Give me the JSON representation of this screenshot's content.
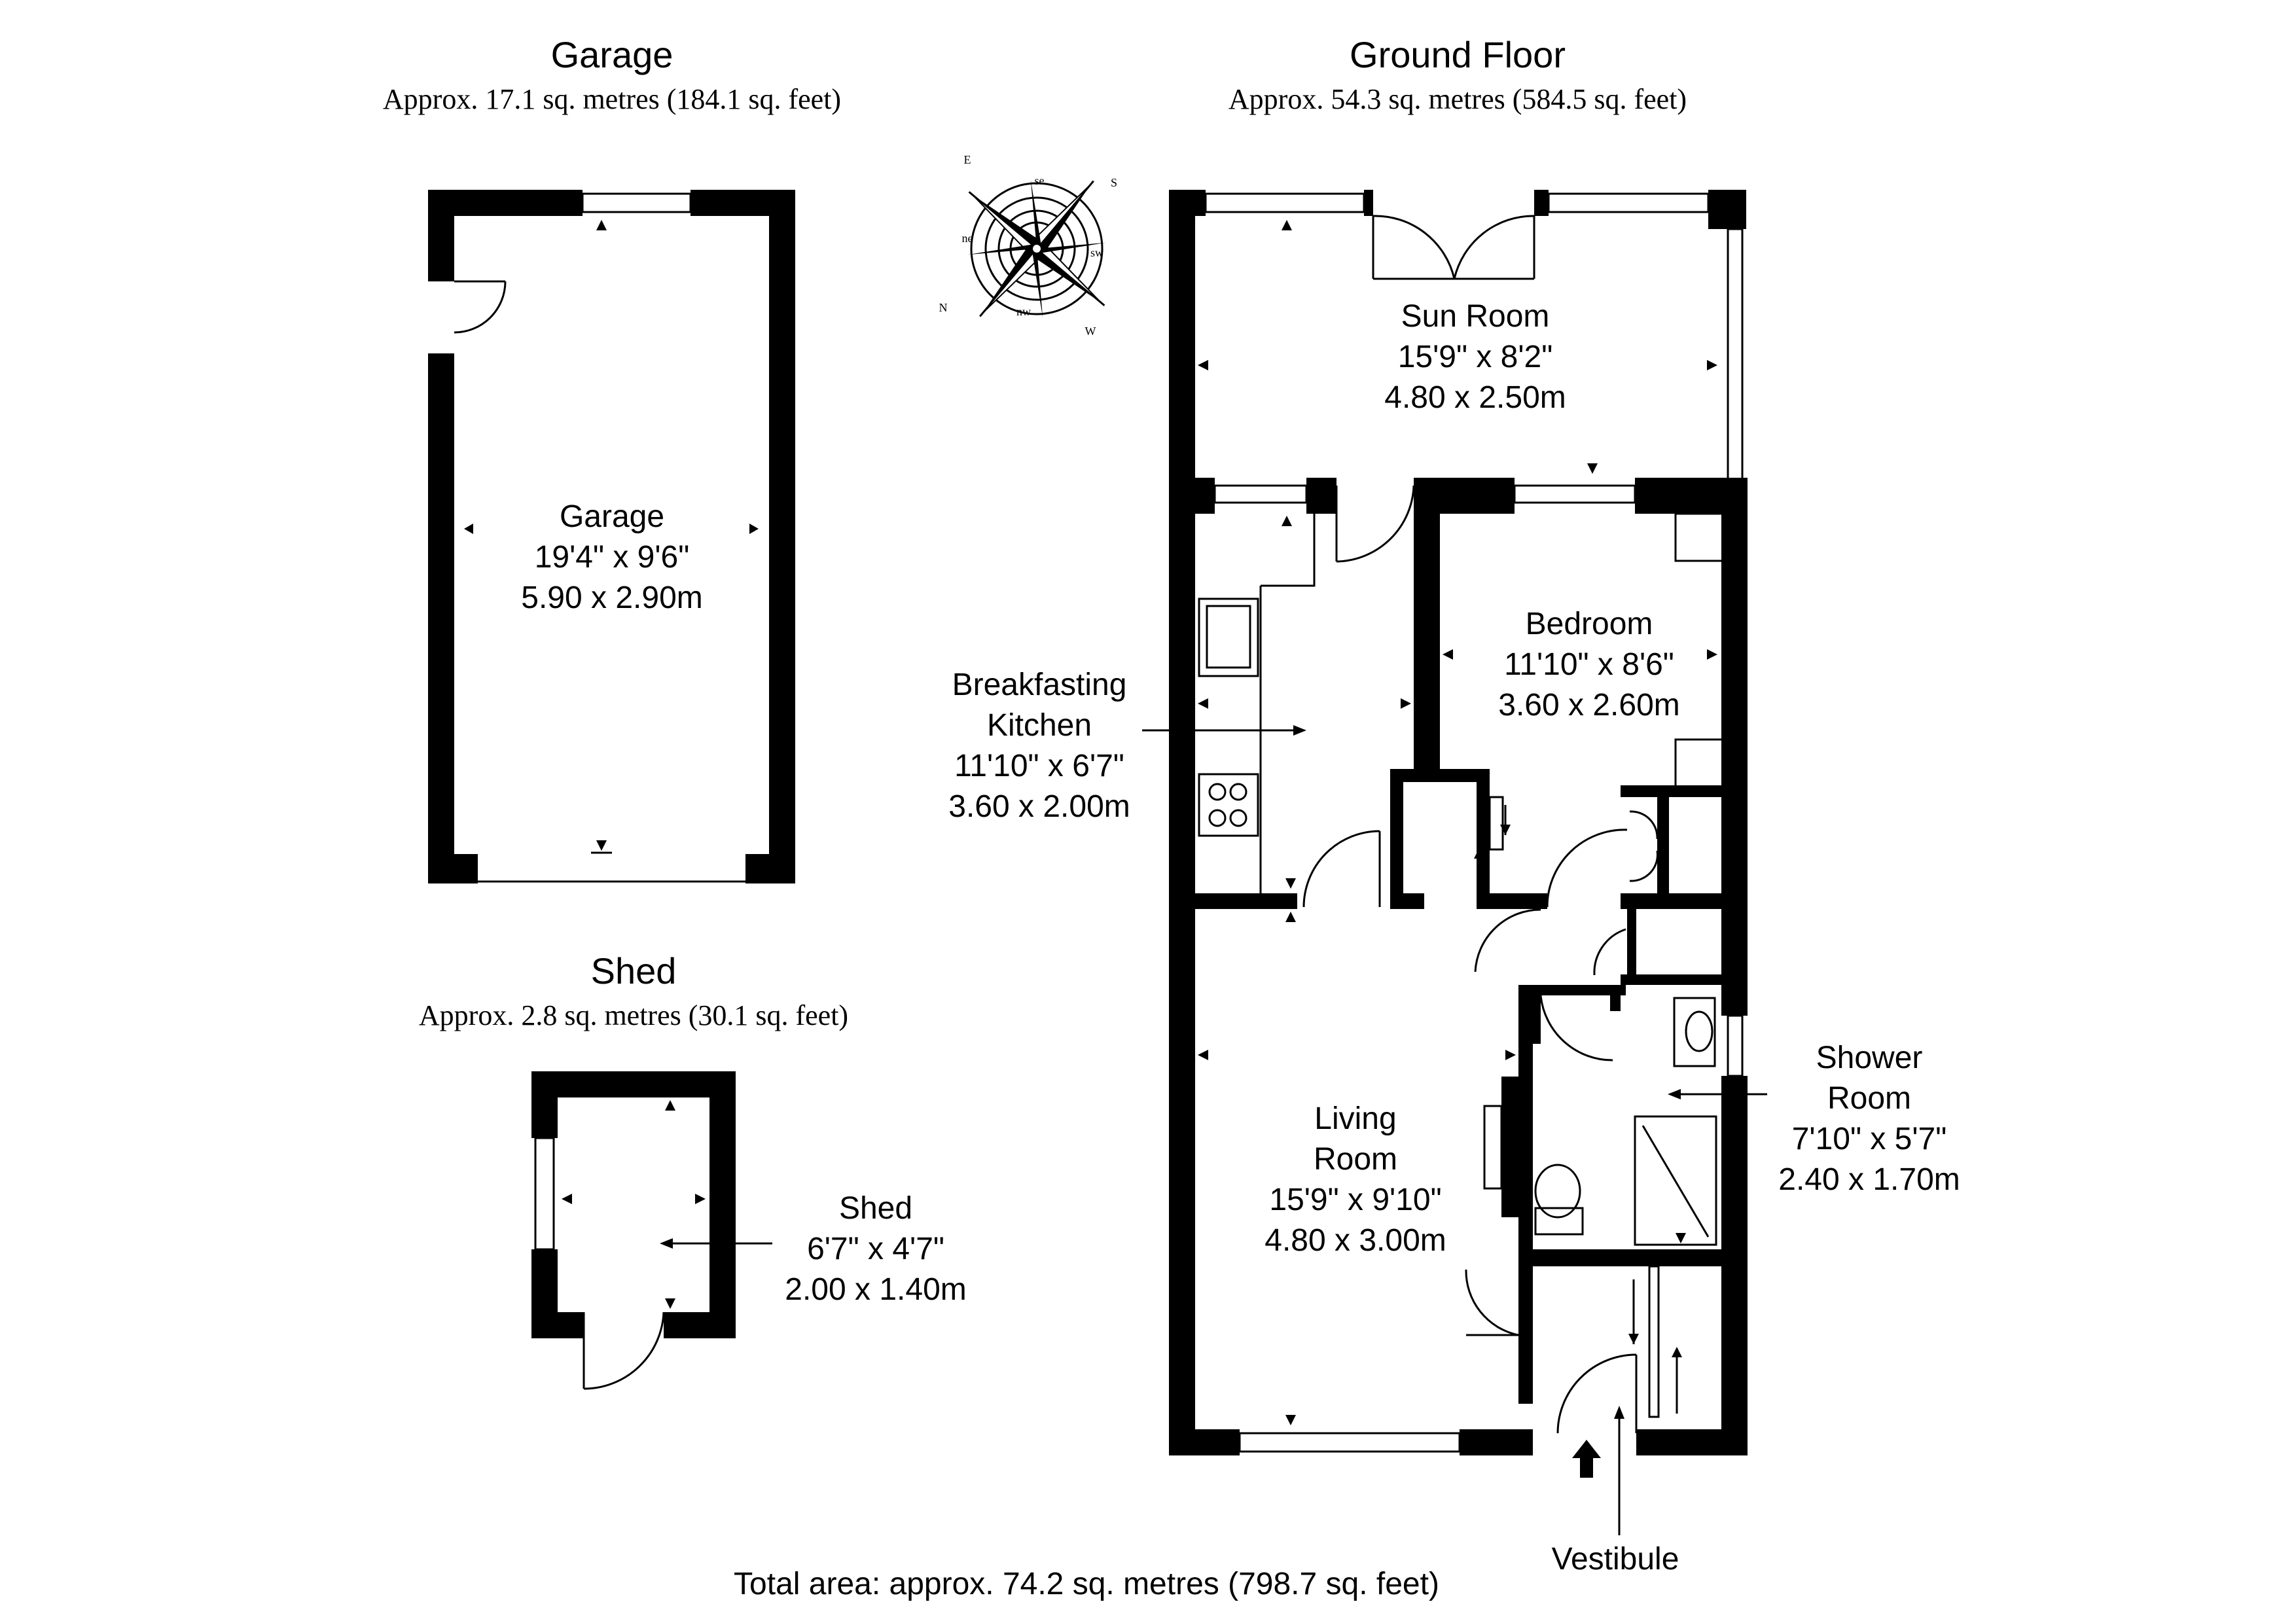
{
  "headings": {
    "garage": {
      "title": "Garage",
      "area": "Approx. 17.1 sq. metres (184.1 sq. feet)"
    },
    "ground_floor": {
      "title": "Ground Floor",
      "area": "Approx. 54.3 sq. metres (584.5 sq. feet)"
    },
    "shed": {
      "title": "Shed",
      "area": "Approx. 2.8 sq. metres (30.1 sq. feet)"
    }
  },
  "rooms": {
    "garage": {
      "name": "Garage",
      "imperial": "19'4\" x 9'6\"",
      "metric": "5.90 x 2.90m"
    },
    "sun_room": {
      "name": "Sun Room",
      "imperial": "15'9\" x 8'2\"",
      "metric": "4.80 x 2.50m"
    },
    "bedroom": {
      "name": "Bedroom",
      "imperial": "11'10\" x 8'6\"",
      "metric": "3.60 x 2.60m"
    },
    "kitchen": {
      "name_line1": "Breakfasting",
      "name_line2": "Kitchen",
      "imperial": "11'10\" x 6'7\"",
      "metric": "3.60 x 2.00m"
    },
    "living_room": {
      "name_line1": "Living",
      "name_line2": "Room",
      "imperial": "15'9\" x 9'10\"",
      "metric": "4.80 x 3.00m"
    },
    "shower_room": {
      "name_line1": "Shower",
      "name_line2": "Room",
      "imperial": "7'10\" x 5'7\"",
      "metric": "2.40 x 1.70m"
    },
    "shed": {
      "name": "Shed",
      "imperial": "6'7\" x 4'7\"",
      "metric": "2.00 x 1.40m"
    },
    "vestibule": {
      "name": "Vestibule"
    }
  },
  "compass": {
    "n": "N",
    "e": "E",
    "s": "S",
    "w": "W",
    "se": "se",
    "sw": "sw",
    "nw": "nw",
    "ne": "ne"
  },
  "total_area": "Total area: approx. 74.2 sq. metres (798.7 sq. feet)",
  "colors": {
    "walls": "#000000",
    "background": "#ffffff"
  }
}
